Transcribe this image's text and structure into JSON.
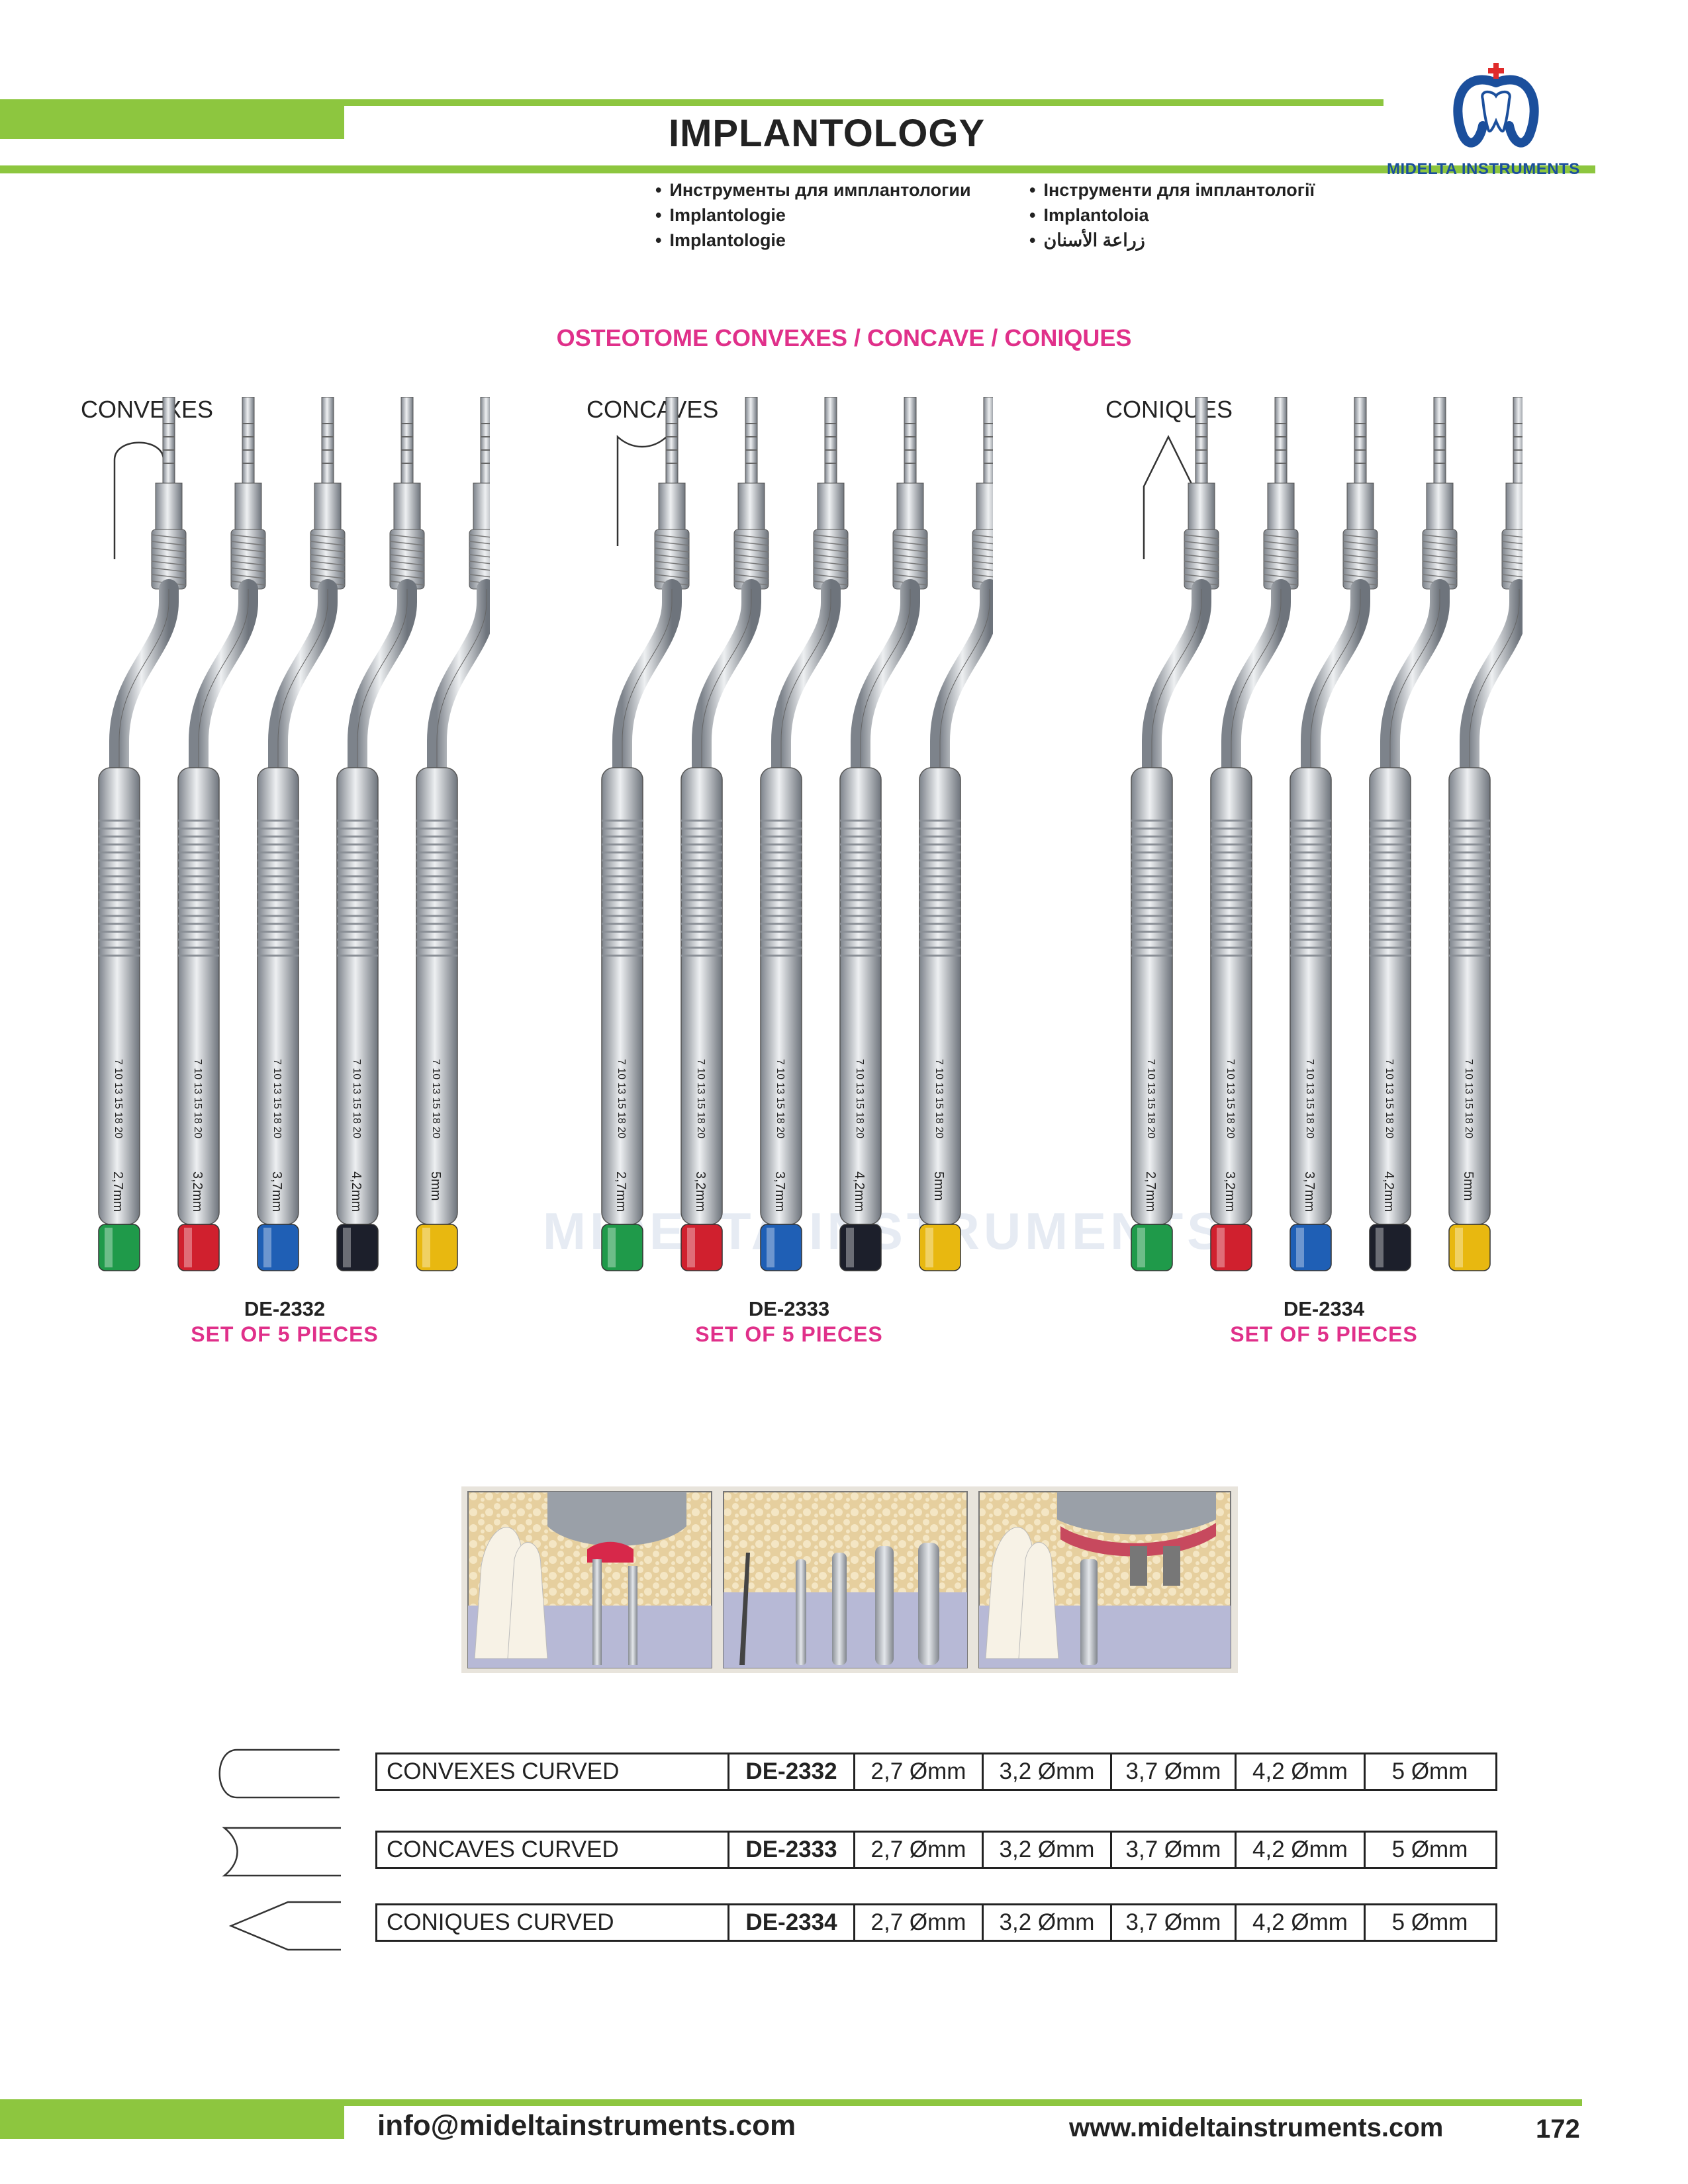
{
  "header": {
    "title": "IMPLANTOLOGY",
    "brand": "MIDELTA INSTRUMENTS",
    "languages_left": [
      "Инструменты для имплантологии",
      "Implantologie",
      "Implantologie"
    ],
    "languages_right": [
      "Інструменти для імплантології",
      "Implantoloia",
      "زراعة الأسنان"
    ]
  },
  "section_title": "OSTEOTOME CONVEXES / CONCAVE / CONIQUES",
  "watermark": "MIDELTA INSTRUMENTS",
  "groups": [
    {
      "label": "CONVEXES",
      "code": "DE-2332",
      "set": "SET OF 5 PIECES"
    },
    {
      "label": "CONCAVES",
      "code": "DE-2333",
      "set": "SET OF 5 PIECES"
    },
    {
      "label": "CONIQUES",
      "code": "DE-2334",
      "set": "SET OF 5 PIECES"
    }
  ],
  "instrument": {
    "scale": "7  10  13  15  18  20",
    "sizes": [
      "2,7mm",
      "3,2mm",
      "3,7mm",
      "4,2mm",
      "5mm"
    ],
    "colors": [
      "#1f9a4a",
      "#d0202e",
      "#1f5fb5",
      "#1c1f2b",
      "#e8b810"
    ]
  },
  "table": {
    "rows": [
      {
        "name": "CONVEXES CURVED",
        "code": "DE-2332",
        "sizes": [
          "2,7 Ømm",
          "3,2 Ømm",
          "3,7 Ømm",
          "4,2 Ømm",
          "5 Ømm"
        ]
      },
      {
        "name": "CONCAVES CURVED",
        "code": "DE-2333",
        "sizes": [
          "2,7 Ømm",
          "3,2 Ømm",
          "3,7 Ømm",
          "4,2 Ømm",
          "5 Ømm"
        ]
      },
      {
        "name": "CONIQUES CURVED",
        "code": "DE-2334",
        "sizes": [
          "2,7 Ømm",
          "3,2 Ømm",
          "3,7 Ømm",
          "4,2 Ømm",
          "5 Ømm"
        ]
      }
    ]
  },
  "footer": {
    "email": "info@mideltainstruments.com",
    "website": "www.mideltainstruments.com",
    "page": "172"
  },
  "colors": {
    "accent_green": "#8dc63f",
    "accent_pink": "#e0308a",
    "brand_blue": "#1b4f9c"
  }
}
